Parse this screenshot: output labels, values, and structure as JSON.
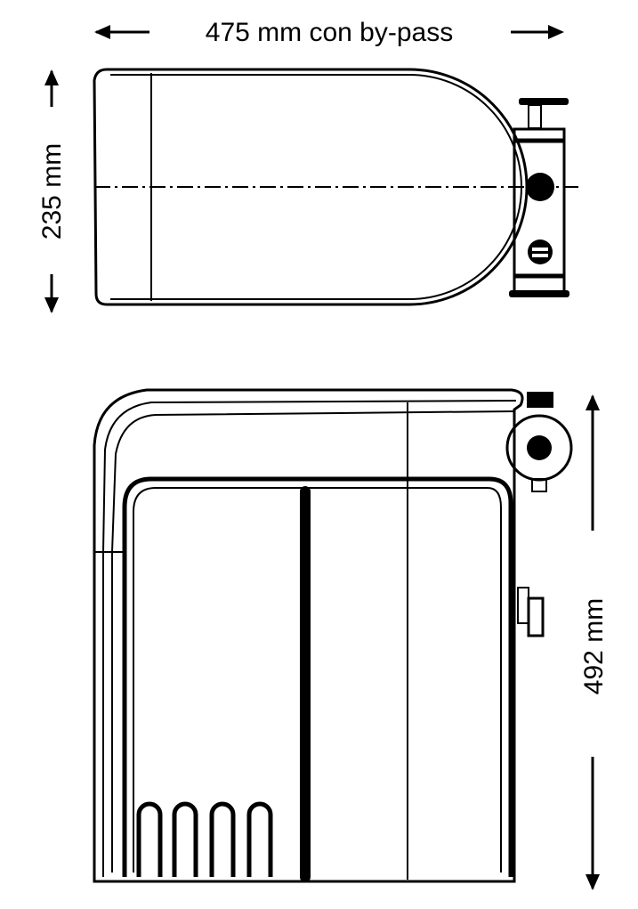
{
  "dimensions": {
    "width_label": "475 mm con by-pass",
    "depth_label": "235 mm",
    "height_label": "492 mm"
  },
  "colors": {
    "line": "#000000",
    "background": "#ffffff"
  }
}
